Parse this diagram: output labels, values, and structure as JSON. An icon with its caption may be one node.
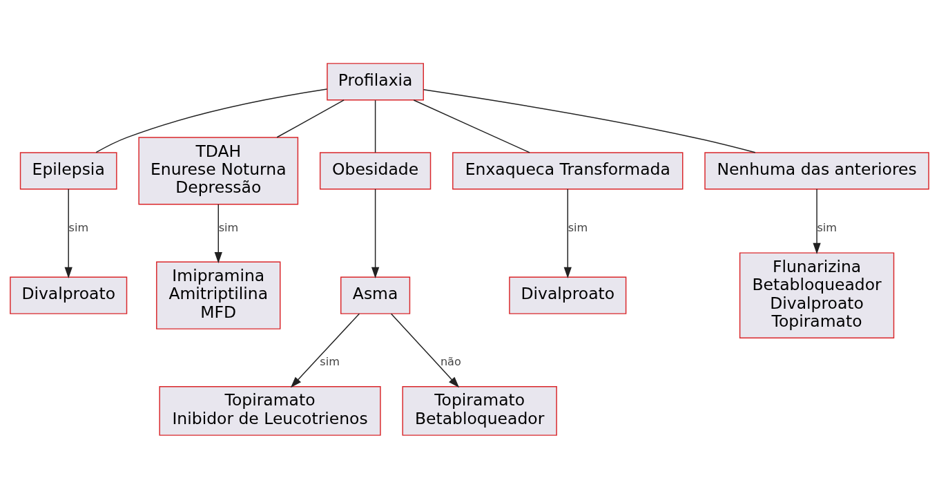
{
  "diagram": {
    "nodes": [
      {
        "text": [
          "Profilaxia"
        ]
      },
      {
        "text": [
          "Epilepsia"
        ]
      },
      {
        "text": [
          "TDAH",
          "Enurese Noturna",
          "Depressão"
        ]
      },
      {
        "text": [
          "Obesidade"
        ]
      },
      {
        "text": [
          "Enxaqueca Transformada"
        ]
      },
      {
        "text": [
          "Nenhuma das anteriores"
        ]
      },
      {
        "text": [
          "Divalproato"
        ]
      },
      {
        "text": [
          "Imipramina",
          "Amitriptilina",
          "MFD"
        ]
      },
      {
        "text": [
          "Asma"
        ]
      },
      {
        "text": [
          "Divalproato"
        ]
      },
      {
        "text": [
          "Flunarizina",
          "Betabloqueador",
          "Divalproato",
          "Topiramato"
        ]
      },
      {
        "text": [
          "Topiramato",
          "Inibidor de Leucotrienos"
        ]
      },
      {
        "text": [
          "Topiramato",
          "Betabloqueador"
        ]
      }
    ],
    "edges": [
      {
        "from": 0,
        "to": 1,
        "arrow": "none"
      },
      {
        "from": 0,
        "to": 2,
        "arrow": "none"
      },
      {
        "from": 0,
        "to": 3,
        "arrow": "none"
      },
      {
        "from": 0,
        "to": 4,
        "arrow": "none"
      },
      {
        "from": 0,
        "to": 5,
        "arrow": "none"
      },
      {
        "from": 1,
        "to": 6,
        "arrow": "to",
        "label": "sim"
      },
      {
        "from": 2,
        "to": 7,
        "arrow": "to",
        "label": "sim"
      },
      {
        "from": 3,
        "to": 8,
        "arrow": "to"
      },
      {
        "from": 4,
        "to": 9,
        "arrow": "to",
        "label": "sim"
      },
      {
        "from": 5,
        "to": 10,
        "arrow": "to",
        "label": "sim"
      },
      {
        "from": 8,
        "to": 11,
        "arrow": "to",
        "label": "sim"
      },
      {
        "from": 8,
        "to": 12,
        "arrow": "to",
        "label": "não"
      }
    ]
  }
}
